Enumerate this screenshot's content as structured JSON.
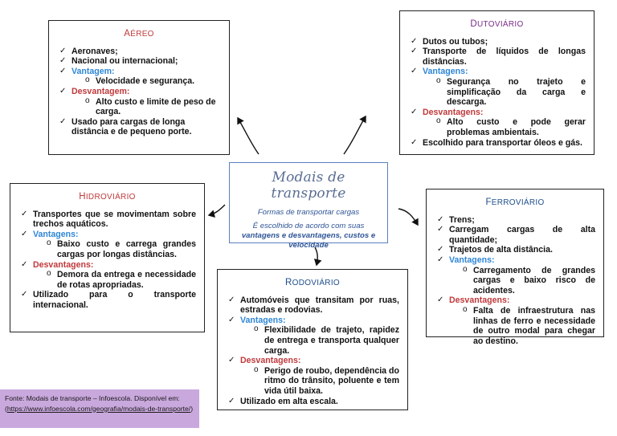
{
  "center": {
    "title": "Modais de transporte",
    "subtitle": "Formas de transportar cargas",
    "desc_prefix": "É escolhido de acordo com suas ",
    "desc_bold": "vantagens e desvantagens, custos e velocidade"
  },
  "aereo": {
    "title_cap": "A",
    "title_rest": "ÉREO",
    "items": {
      "i0": "Aeronaves;",
      "i1": "Nacional ou internacional;",
      "adv_label": "Vantagem:",
      "adv_0": "Velocidade e segurança.",
      "dis_label": "Desvantagem:",
      "dis_0": "Alto custo e limite de peso de carga.",
      "i4": "Usado para cargas de longa distância e de pequeno porte."
    }
  },
  "dutoviario": {
    "title_cap": "D",
    "title_rest": "UTOVIÁRIO",
    "items": {
      "i0": "Dutos ou tubos;",
      "i1": "Transporte de líquidos de longas distâncias.",
      "adv_label": "Vantagens:",
      "adv_0": "Segurança no trajeto e simplificação da carga e descarga.",
      "dis_label": "Desvantagens:",
      "dis_0": "Alto custo e pode gerar problemas ambientais.",
      "i4": "Escolhido para transportar óleos e gás."
    }
  },
  "hidroviario": {
    "title_cap": "H",
    "title_rest": "IDROVIÁRIO",
    "items": {
      "i0": "Transportes que se movimentam sobre trechos aquáticos.",
      "adv_label": "Vantagens:",
      "adv_0": "Baixo custo e carrega grandes cargas por longas distâncias.",
      "dis_label": "Desvantagens:",
      "dis_0": "Demora da entrega e necessidade de rotas apropriadas.",
      "i3": "Utilizado para o transporte internacional."
    }
  },
  "ferroviario": {
    "title_cap": "F",
    "title_rest": "ERROVIÁRIO",
    "items": {
      "i0": "Trens;",
      "i1": "Carregam cargas de alta quantidade;",
      "i2": "Trajetos de alta distância.",
      "adv_label": "Vantagens:",
      "adv_0": "Carregamento de grandes cargas e baixo risco de acidentes.",
      "dis_label": "Desvantagens:",
      "dis_0": "Falta de infraestrutura nas linhas de ferro e necessidade de outro modal para chegar ao destino."
    }
  },
  "rodoviario": {
    "title_cap": "R",
    "title_rest": "ODOVIÁRIO",
    "items": {
      "i0": "Automóveis que transitam por ruas, estradas e rodovias.",
      "adv_label": "Vantagens:",
      "adv_0": "Flexibilidade de trajeto, rapidez de entrega e transporta qualquer carga.",
      "dis_label": "Desvantagens:",
      "dis_0": "Perigo de roubo, dependência do ritmo do trânsito, poluente e tem vida útil baixa.",
      "i3": "Utilizado em alta escala."
    }
  },
  "source": {
    "line1": "Fonte: Modais de transporte – Infoescola. Disponível em:",
    "link_open": "(",
    "link": "https://www.infoescola.com/geografia/modais-de-transporte/",
    "link_close": ")"
  }
}
